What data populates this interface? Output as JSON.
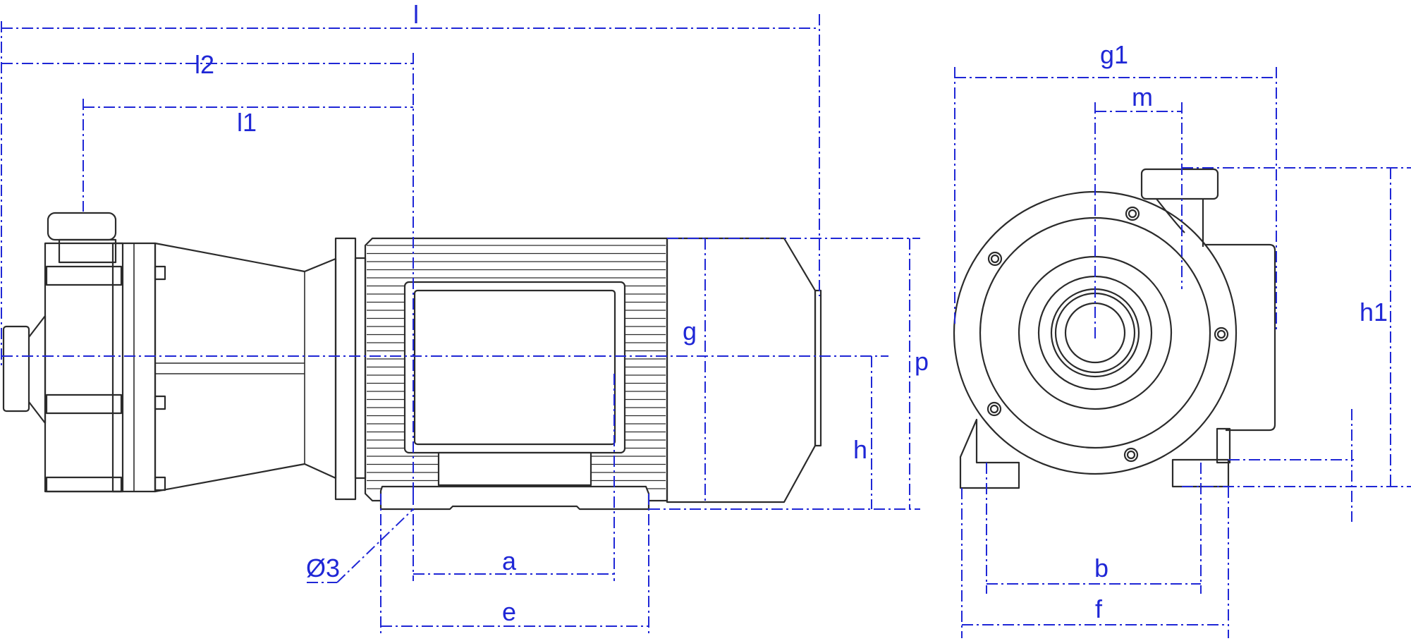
{
  "labels": {
    "l": "l",
    "l2": "l2",
    "l1": "l1",
    "g": "g",
    "p": "p",
    "h": "h",
    "a": "a",
    "e": "e",
    "phi3": "Ø3",
    "g1": "g1",
    "m": "m",
    "h1": "h1",
    "b": "b",
    "f": "f"
  },
  "colors": {
    "dimension_lines": "#1f27d6",
    "outline": "#2b2b2b",
    "background": "#ffffff"
  }
}
